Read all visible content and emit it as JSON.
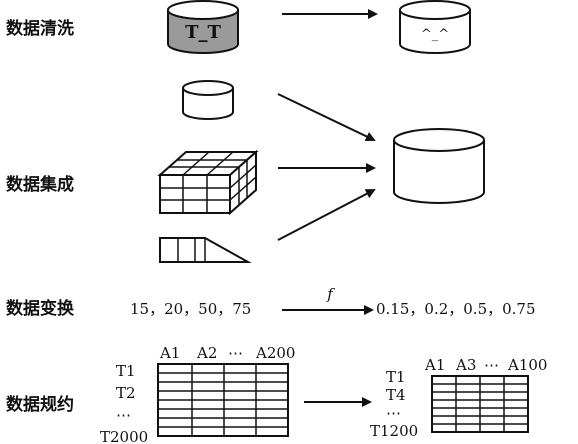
{
  "rows": {
    "cleaning": {
      "label": "数据清洗",
      "source_face": "T_T",
      "target_face": "^_^"
    },
    "integration": {
      "label": "数据集成"
    },
    "transformation": {
      "label": "数据变换",
      "input_values": "15，20，50，75",
      "function_label": "f",
      "output_values": "0.15，0.2，0.5，0.75"
    },
    "reduction": {
      "label": "数据规约",
      "source": {
        "columns": [
          "A1",
          "A2",
          "⋯",
          "A200"
        ],
        "rows": [
          "T1",
          "T2",
          "⋯",
          "T2000"
        ]
      },
      "target": {
        "columns": [
          "A1",
          "A3",
          "⋯",
          "A100"
        ],
        "rows": [
          "T1",
          "T4",
          "⋯",
          "T1200"
        ]
      }
    }
  },
  "colors": {
    "ink": "#111111",
    "cylinder_shaded": "#9a9a9a",
    "background": "#ffffff"
  }
}
